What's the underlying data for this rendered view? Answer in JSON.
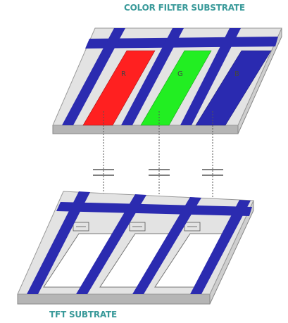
{
  "labels": {
    "top": "COLOR FILTER SUBSTRATE",
    "bottom": "TFT SUBTRATE"
  },
  "filters": [
    {
      "letter": "R",
      "color": "#ff2020"
    },
    {
      "letter": "G",
      "color": "#22ee22"
    },
    {
      "letter": "B",
      "color": "#2a2ab0"
    }
  ],
  "colors": {
    "blue_stripe": "#2b2bb0",
    "substrate": "#e0e0e0",
    "substrate_edge": "#a8a8a8"
  }
}
